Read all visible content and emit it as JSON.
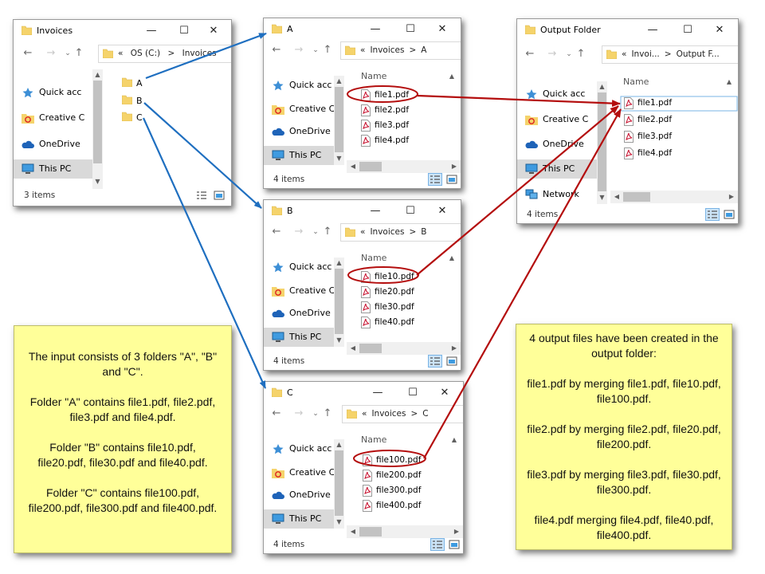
{
  "windows": {
    "invoices": {
      "title": "Invoices",
      "address": [
        "OS (C:)",
        "Invoices"
      ],
      "nav": [
        "Quick acc",
        "Creative C",
        "OneDrive",
        "This PC"
      ],
      "folders": [
        "A",
        "B",
        "C"
      ],
      "status": "3 items"
    },
    "a": {
      "title": "A",
      "address": [
        "Invoices",
        "A"
      ],
      "nav": [
        "Quick acc",
        "Creative C",
        "OneDrive",
        "This PC"
      ],
      "column": "Name",
      "files": [
        "file1.pdf",
        "file2.pdf",
        "file3.pdf",
        "file4.pdf"
      ],
      "status": "4 items"
    },
    "b": {
      "title": "B",
      "address": [
        "Invoices",
        "B"
      ],
      "nav": [
        "Quick acc",
        "Creative C",
        "OneDrive",
        "This PC"
      ],
      "column": "Name",
      "files": [
        "file10.pdf",
        "file20.pdf",
        "file30.pdf",
        "file40.pdf"
      ],
      "status": "4 items"
    },
    "c": {
      "title": "C",
      "address": [
        "Invoices",
        "C"
      ],
      "nav": [
        "Quick acc",
        "Creative C",
        "OneDrive",
        "This PC"
      ],
      "column": "Name",
      "files": [
        "file100.pdf",
        "file200.pdf",
        "file300.pdf",
        "file400.pdf"
      ],
      "status": "4 items"
    },
    "output": {
      "title": "Output Folder",
      "address": [
        "Invoi...",
        "Output F..."
      ],
      "nav": [
        "Quick acc",
        "Creative C",
        "OneDrive",
        "This PC",
        "Network"
      ],
      "column": "Name",
      "files": [
        "file1.pdf",
        "file2.pdf",
        "file3.pdf",
        "file4.pdf"
      ],
      "status": "4 items"
    }
  },
  "glyphs": {
    "minimize": "—",
    "maximize": "☐",
    "close": "✕",
    "back": "←",
    "forward": "→",
    "up": "↑",
    "dropdown": "⌄",
    "breadcrumb_prefix": "«",
    "separator": ">"
  },
  "notes": {
    "input": [
      "The input consists of 3 folders \"A\", \"B\" and \"C\".",
      "Folder \"A\" contains file1.pdf, file2.pdf, file3.pdf and file4.pdf.",
      "Folder \"B\" contains file10.pdf, file20.pdf, file30.pdf and file40.pdf.",
      "Folder \"C\" contains file100.pdf, file200.pdf, file300.pdf and file400.pdf."
    ],
    "output": [
      "4 output files have been created in the output folder:",
      "file1.pdf by merging file1.pdf, file10.pdf, file100.pdf.",
      "file2.pdf by merging file2.pdf, file20.pdf, file200.pdf.",
      "file3.pdf by merging file3.pdf, file30.pdf, file300.pdf.",
      "file4.pdf merging file4.pdf, file40.pdf, file400.pdf."
    ]
  },
  "icons": {
    "folder": "folder-icon",
    "pdf": "pdf-file-icon",
    "quick_access": "star-pin-icon",
    "creative_cloud": "creative-cloud-icon",
    "onedrive": "cloud-icon",
    "this_pc": "monitor-icon",
    "network": "network-icon"
  },
  "colors": {
    "folder_yellow": "#f5d36b",
    "blue_arrow": "#1f6fc0",
    "red_arrow": "#b40e0e",
    "note_fill": "#ffff99",
    "selected_nav": "#d9d9d9"
  }
}
